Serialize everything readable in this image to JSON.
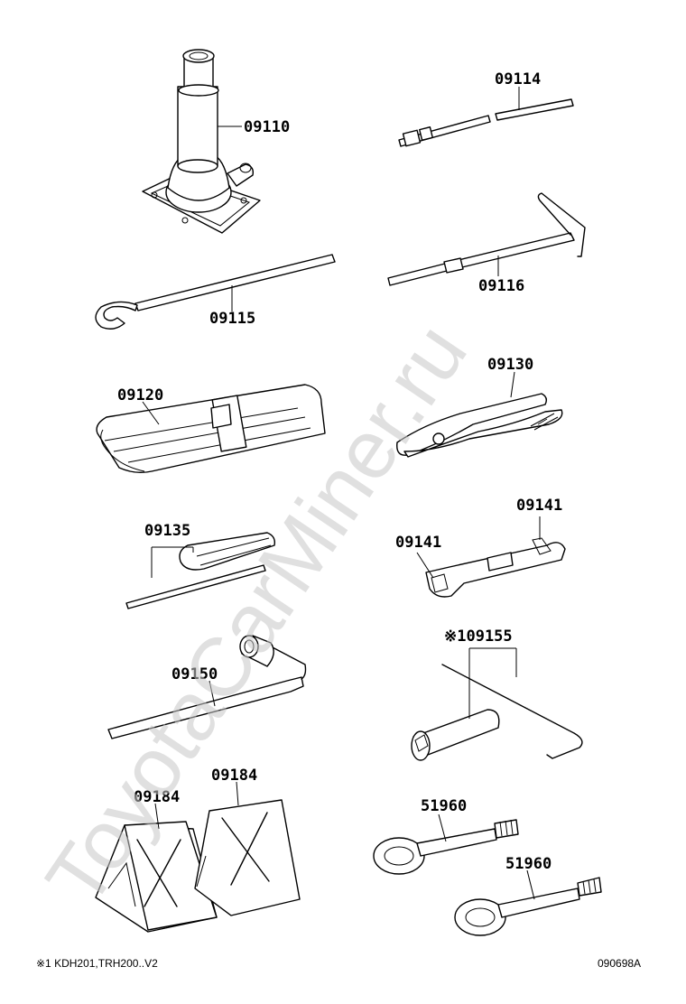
{
  "watermark": "ToyotaCarMiner.ru",
  "parts": {
    "p09110": "09110",
    "p09114": "09114",
    "p09115": "09115",
    "p09116": "09116",
    "p09120": "09120",
    "p09130": "09130",
    "p09135": "09135",
    "p09141_a": "09141",
    "p09141_b": "09141",
    "p09150": "09150",
    "p09155": "※109155",
    "p09184_a": "09184",
    "p09184_b": "09184",
    "p51960_a": "51960",
    "p51960_b": "51960"
  },
  "footer": {
    "note": "※1 KDH201,TRH200..V2",
    "code": "090698A"
  }
}
